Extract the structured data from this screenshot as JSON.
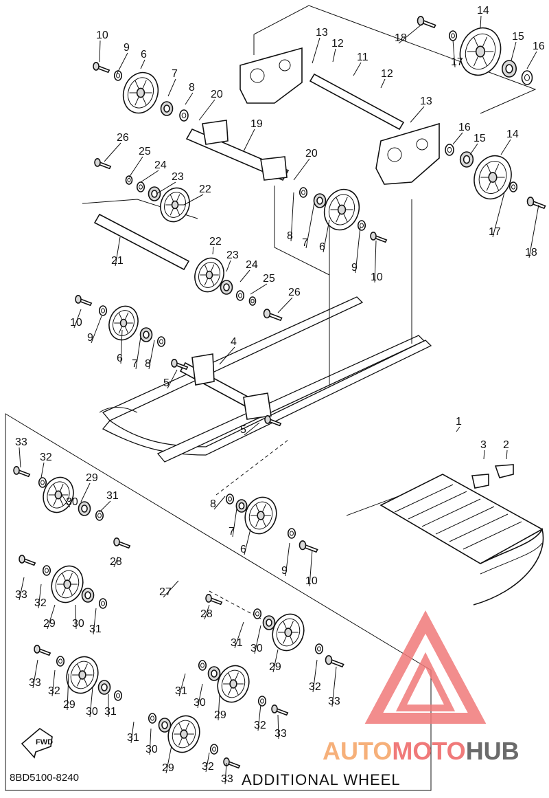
{
  "diagram": {
    "code": "8BD5100-8240",
    "box_title": "ADDITIONAL WHEEL",
    "fwd_label": "FWD",
    "watermark": {
      "part1": "AUTO",
      "part2": "MOTO",
      "part3": "HUB",
      "color_primary": "#f07a7a",
      "color_secondary": "#f6b07a",
      "color_dark": "#6b6b6b"
    },
    "callout_numbers": [
      "1",
      "2",
      "3",
      "4",
      "5",
      "6",
      "7",
      "8",
      "9",
      "10",
      "11",
      "12",
      "13",
      "14",
      "15",
      "16",
      "17",
      "18",
      "19",
      "20",
      "21",
      "22",
      "23",
      "24",
      "25",
      "26",
      "27",
      "28",
      "29",
      "30",
      "31",
      "32",
      "33"
    ]
  }
}
